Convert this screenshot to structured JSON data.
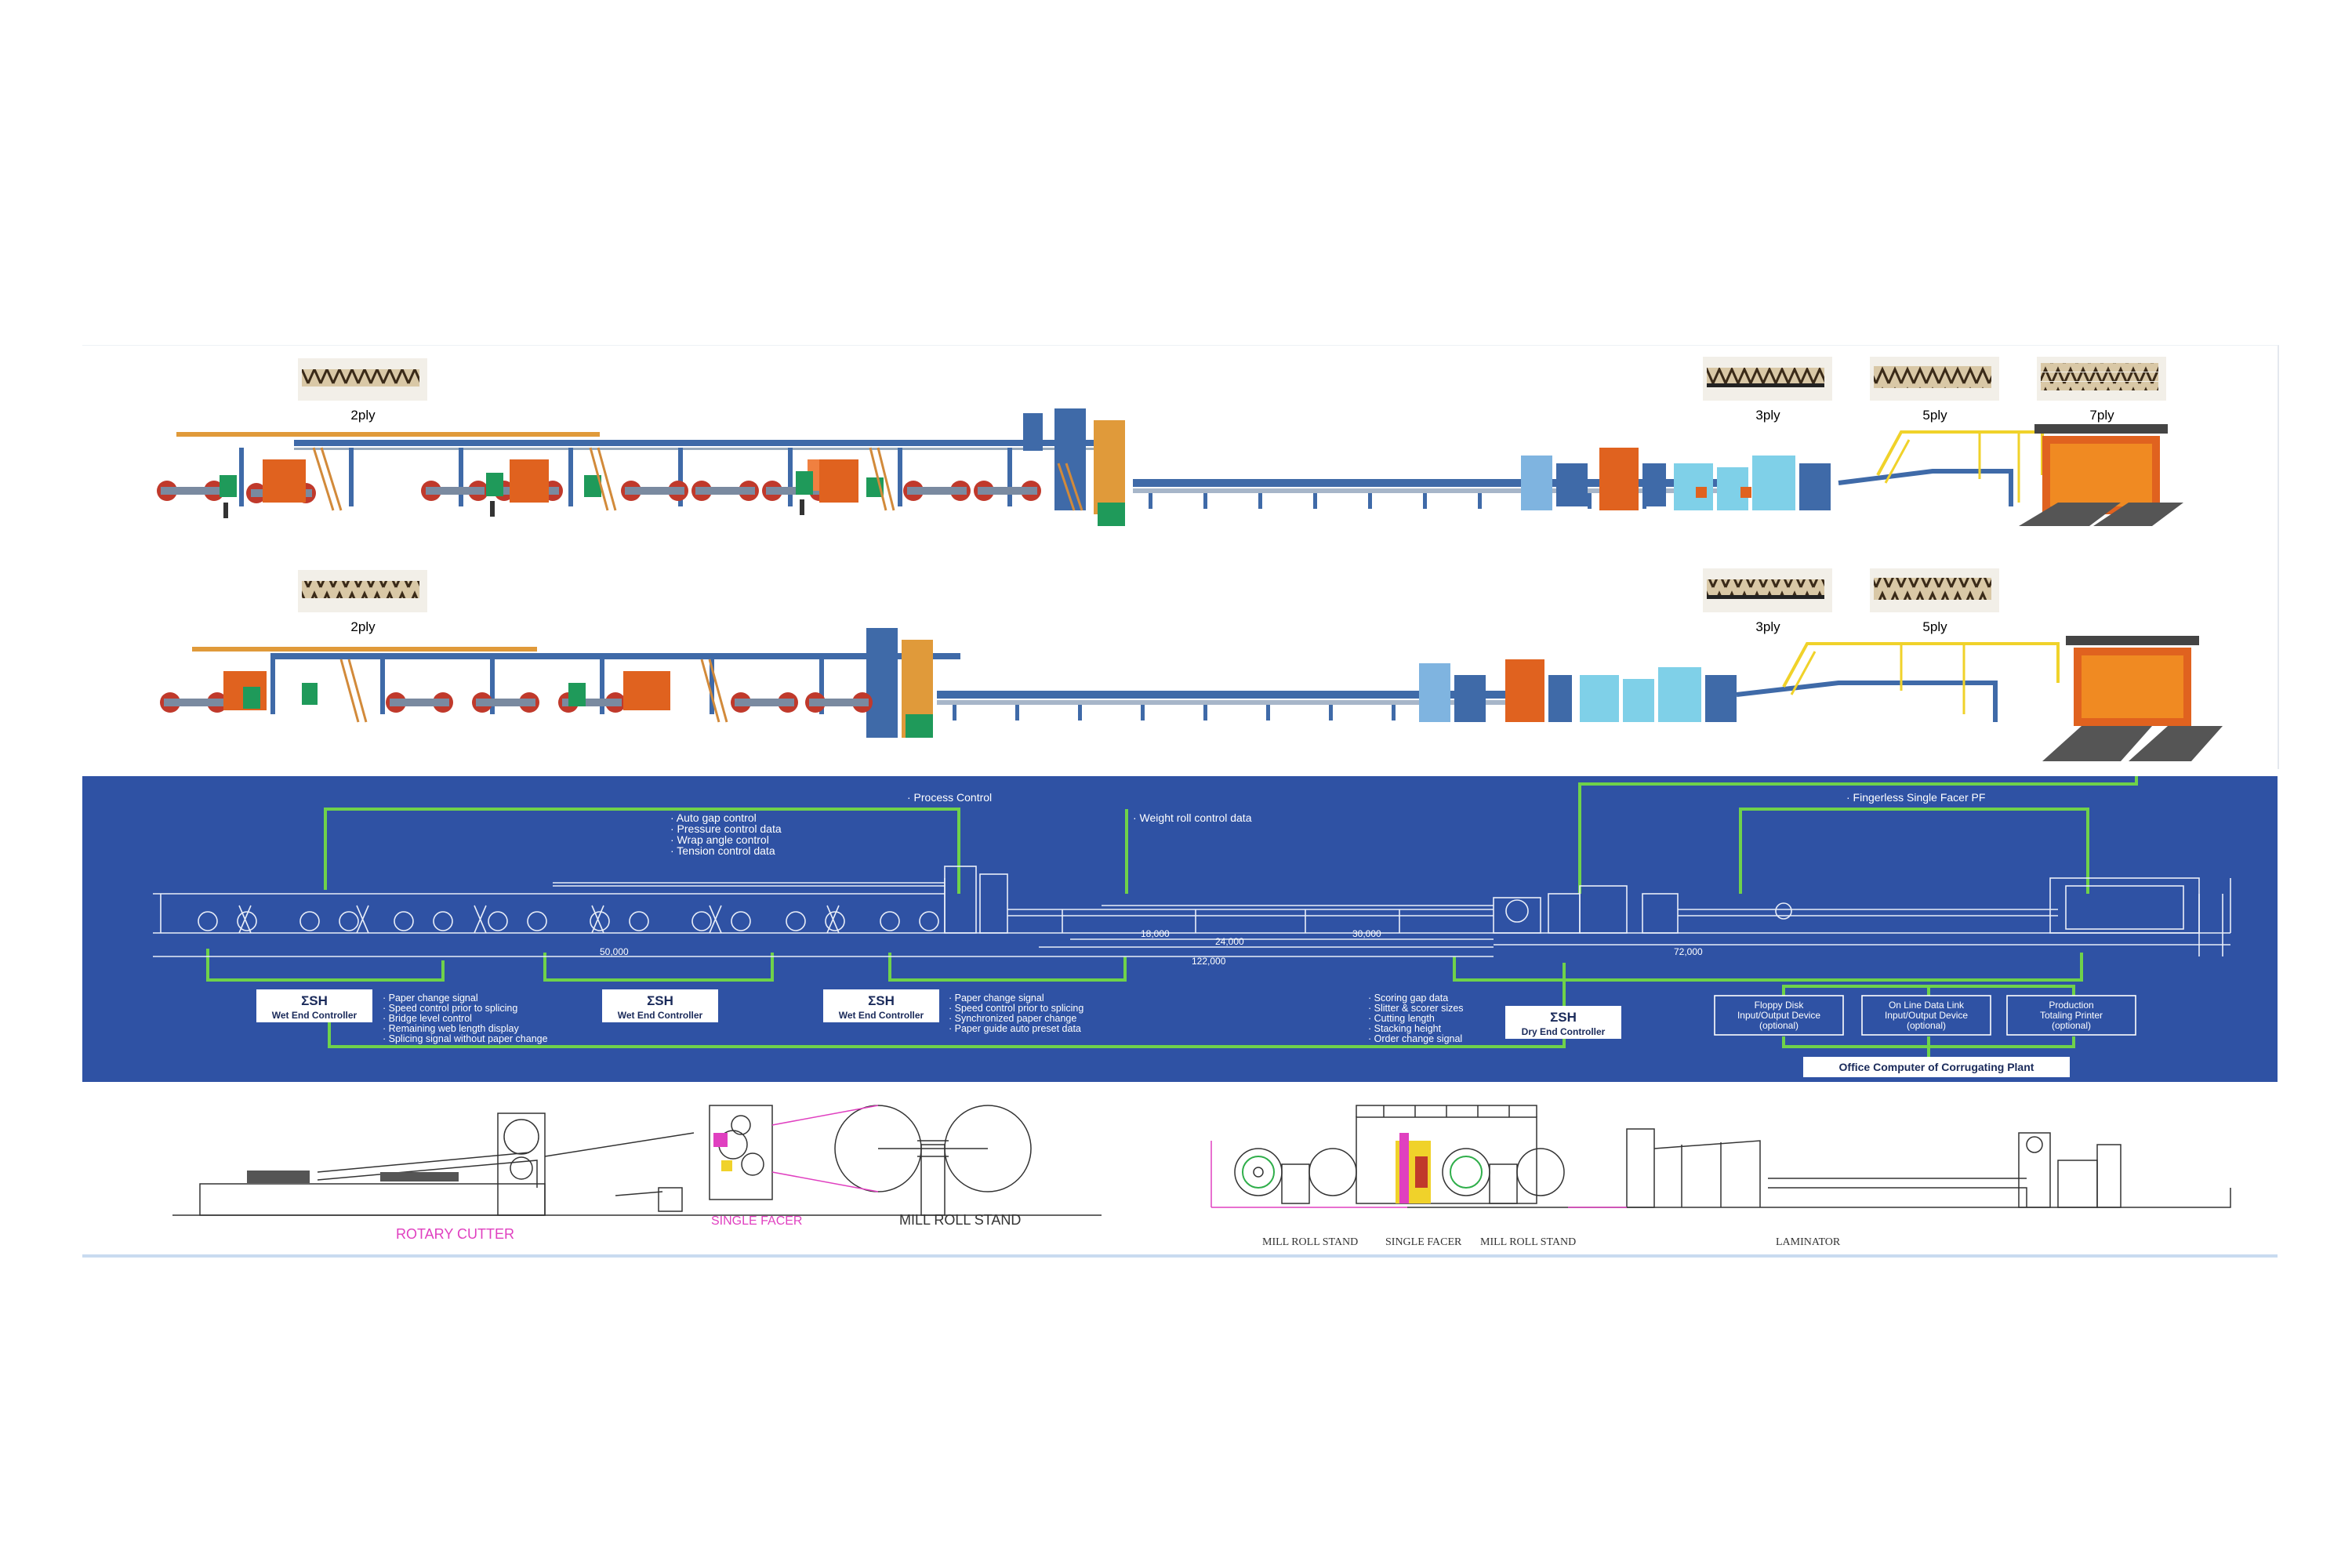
{
  "top_lines": {
    "line1_samples": [
      "2ply",
      "3ply",
      "5ply",
      "7ply"
    ],
    "line2_samples": [
      "2ply",
      "3ply",
      "5ply"
    ]
  },
  "control": {
    "process_control": "· Process Control",
    "fingerless": "· Fingerless Single Facer PF",
    "weight_roll": "· Weight roll control data",
    "wet_top_items": [
      "· Auto gap control",
      "· Pressure control data",
      "· Wrap angle control",
      "· Tension control data"
    ],
    "dims": [
      "50,000",
      "18,000",
      "24,000",
      "30,000",
      "122,000",
      "72,000"
    ],
    "controllers": [
      {
        "sigma": "ΣSH",
        "name": "Wet End Controller"
      },
      {
        "sigma": "ΣSH",
        "name": "Wet End Controller"
      },
      {
        "sigma": "ΣSH",
        "name": "Wet End Controller"
      },
      {
        "sigma": "ΣSH",
        "name": "Dry End Controller"
      }
    ],
    "wet_left_items": [
      "· Paper change signal",
      "· Speed control prior to splicing",
      "· Bridge level control",
      "· Remaining web length display",
      "· Splicing signal without paper change"
    ],
    "wet_mid_items": [
      "· Paper change signal",
      "· Speed control prior to splicing",
      "· Synchronized paper change",
      "· Paper guide auto preset data"
    ],
    "dry_items": [
      "· Scoring gap data",
      "· Slitter & scorer sizes",
      "· Cutting length",
      "· Stacking height",
      "· Order change signal"
    ],
    "devices": [
      {
        "line1": "Floppy Disk",
        "line2": "Input/Output Device",
        "line3": "(optional)"
      },
      {
        "line1": "On Line Data Link",
        "line2": "Input/Output Device",
        "line3": "(optional)"
      },
      {
        "line1": "Production",
        "line2": "Totaling Printer",
        "line3": "(optional)"
      }
    ],
    "office": "Office Computer of Corrugating Plant"
  },
  "bottom": {
    "rotary_cutter": "ROTARY CUTTER",
    "single_facer_left": "SINGLE FACER",
    "mill_roll_left": "MILL ROLL STAND",
    "mill_roll_a": "MILL ROLL STAND",
    "single_facer_right": "SINGLE FACER",
    "mill_roll_b": "MILL ROLL STAND",
    "laminator": "LAMINATOR"
  },
  "colors": {
    "blue_bg": "#2f52a4",
    "green_line": "#6fd24a",
    "orange": "#e0621f",
    "steel_blue": "#3f6aa8",
    "light_blue": "#7fd0e8",
    "yellow_rail": "#f0d22a",
    "pink": "#e040c0"
  }
}
